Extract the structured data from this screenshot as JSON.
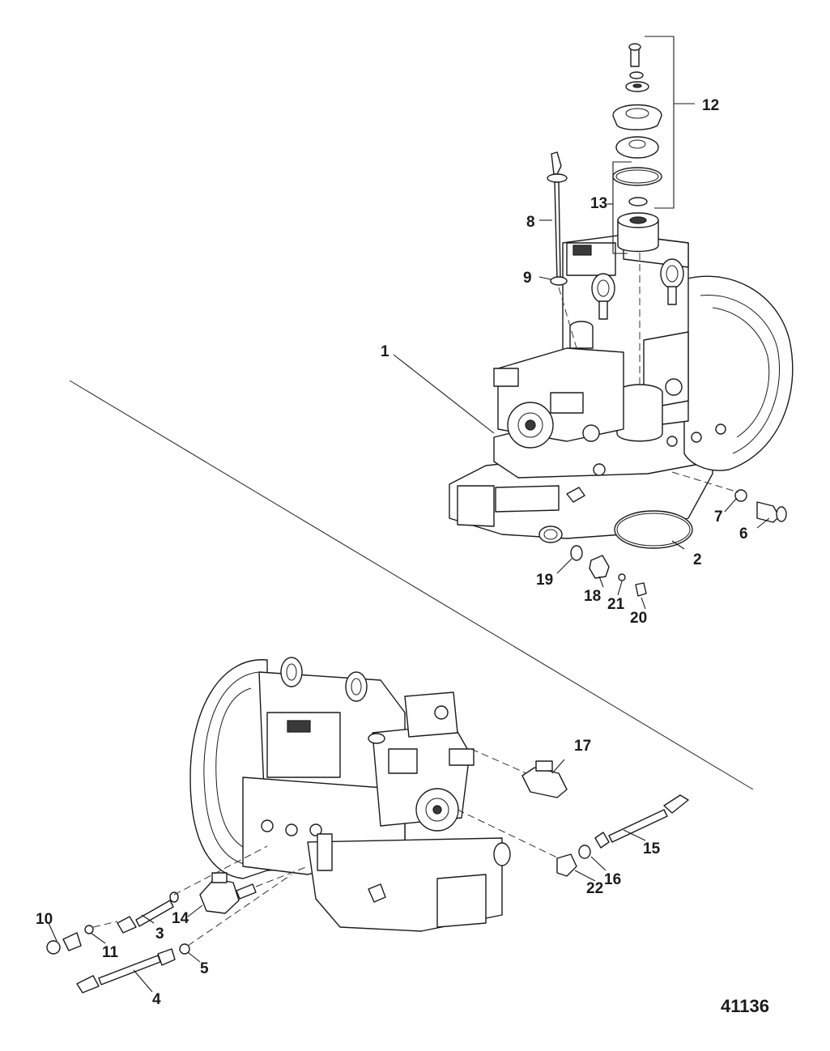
{
  "figure_number": "41136",
  "callouts": [
    {
      "id": "1",
      "label": "1"
    },
    {
      "id": "2",
      "label": "2"
    },
    {
      "id": "3",
      "label": "3"
    },
    {
      "id": "4",
      "label": "4"
    },
    {
      "id": "5",
      "label": "5"
    },
    {
      "id": "6",
      "label": "6"
    },
    {
      "id": "7",
      "label": "7"
    },
    {
      "id": "8",
      "label": "8"
    },
    {
      "id": "9",
      "label": "9"
    },
    {
      "id": "10",
      "label": "10"
    },
    {
      "id": "11",
      "label": "11"
    },
    {
      "id": "12",
      "label": "12"
    },
    {
      "id": "13",
      "label": "13"
    },
    {
      "id": "14",
      "label": "14"
    },
    {
      "id": "15",
      "label": "15"
    },
    {
      "id": "16",
      "label": "16"
    },
    {
      "id": "17",
      "label": "17"
    },
    {
      "id": "18",
      "label": "18"
    },
    {
      "id": "19",
      "label": "19"
    },
    {
      "id": "20",
      "label": "20"
    },
    {
      "id": "21",
      "label": "21"
    },
    {
      "id": "22",
      "label": "22"
    }
  ]
}
